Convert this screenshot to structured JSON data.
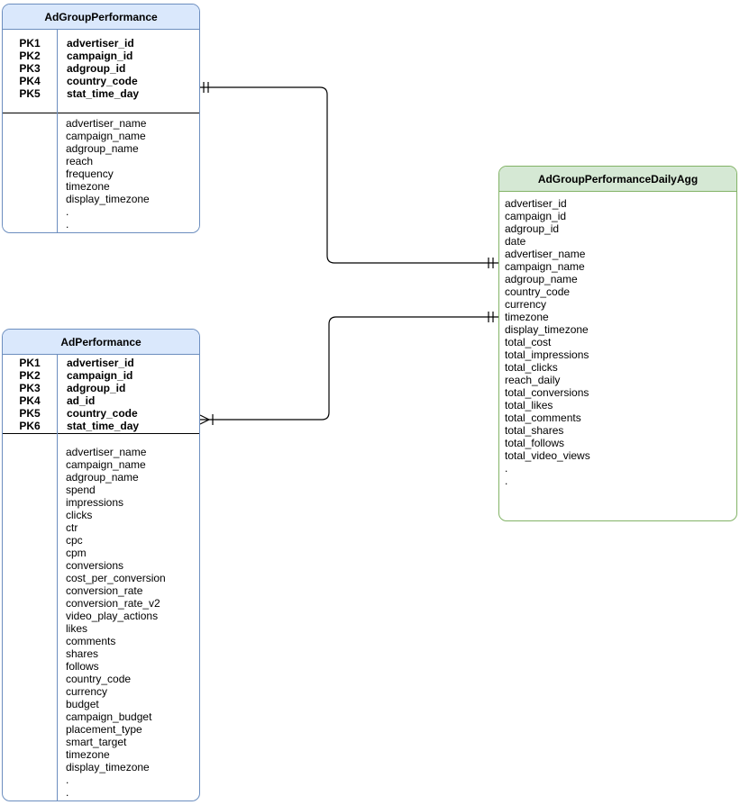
{
  "diagram": {
    "type": "entity-relationship",
    "background_color": "#ffffff",
    "connector_color": "#000000",
    "tables": [
      {
        "id": "AdGroupPerformance",
        "title": "AdGroupPerformance",
        "header_fill": "#dae8fc",
        "border_color": "#6c8ebf",
        "primary_keys": [
          {
            "key": "PK1",
            "field": "advertiser_id"
          },
          {
            "key": "PK2",
            "field": "campaign_id"
          },
          {
            "key": "PK3",
            "field": "adgroup_id"
          },
          {
            "key": "PK4",
            "field": "country_code"
          },
          {
            "key": "PK5",
            "field": "stat_time_day"
          }
        ],
        "fields": [
          "advertiser_name",
          "campaign_name",
          "adgroup_name",
          "reach",
          "frequency",
          "timezone",
          "display_timezone",
          ".",
          "."
        ]
      },
      {
        "id": "AdPerformance",
        "title": "AdPerformance",
        "header_fill": "#dae8fc",
        "border_color": "#6c8ebf",
        "primary_keys": [
          {
            "key": "PK1",
            "field": "advertiser_id"
          },
          {
            "key": "PK2",
            "field": "campaign_id"
          },
          {
            "key": "PK3",
            "field": "adgroup_id"
          },
          {
            "key": "PK4",
            "field": "ad_id"
          },
          {
            "key": "PK5",
            "field": "country_code"
          },
          {
            "key": "PK6",
            "field": "stat_time_day"
          }
        ],
        "fields": [
          "advertiser_name",
          "campaign_name",
          "adgroup_name",
          "spend",
          "impressions",
          "clicks",
          "ctr",
          "cpc",
          "cpm",
          "conversions",
          "cost_per_conversion",
          "conversion_rate",
          "conversion_rate_v2",
          "video_play_actions",
          "likes",
          "comments",
          "shares",
          "follows",
          "country_code",
          "currency",
          "budget",
          "campaign_budget",
          "placement_type",
          "smart_target",
          "timezone",
          "display_timezone",
          ".",
          "."
        ]
      },
      {
        "id": "AdGroupPerformanceDailyAgg",
        "title": "AdGroupPerformanceDailyAgg",
        "header_fill": "#d5e8d4",
        "border_color": "#82b366",
        "primary_keys": [],
        "fields": [
          "advertiser_id",
          "campaign_id",
          "adgroup_id",
          "date",
          "advertiser_name",
          "campaign_name",
          "adgroup_name",
          "country_code",
          "currency",
          "timezone",
          "display_timezone",
          "total_cost",
          "total_impressions",
          "total_clicks",
          "reach_daily",
          "total_conversions",
          "total_likes",
          "total_comments",
          "total_shares",
          "total_follows",
          "total_video_views",
          ".",
          "."
        ]
      }
    ],
    "relationships": [
      {
        "from": "AdGroupPerformance",
        "to": "AdGroupPerformanceDailyAgg",
        "from_cardinality": "one-and-only-one",
        "to_cardinality": "one-and-only-one"
      },
      {
        "from": "AdPerformance",
        "to": "AdGroupPerformanceDailyAgg",
        "from_cardinality": "one-or-many",
        "to_cardinality": "one-and-only-one"
      }
    ]
  }
}
